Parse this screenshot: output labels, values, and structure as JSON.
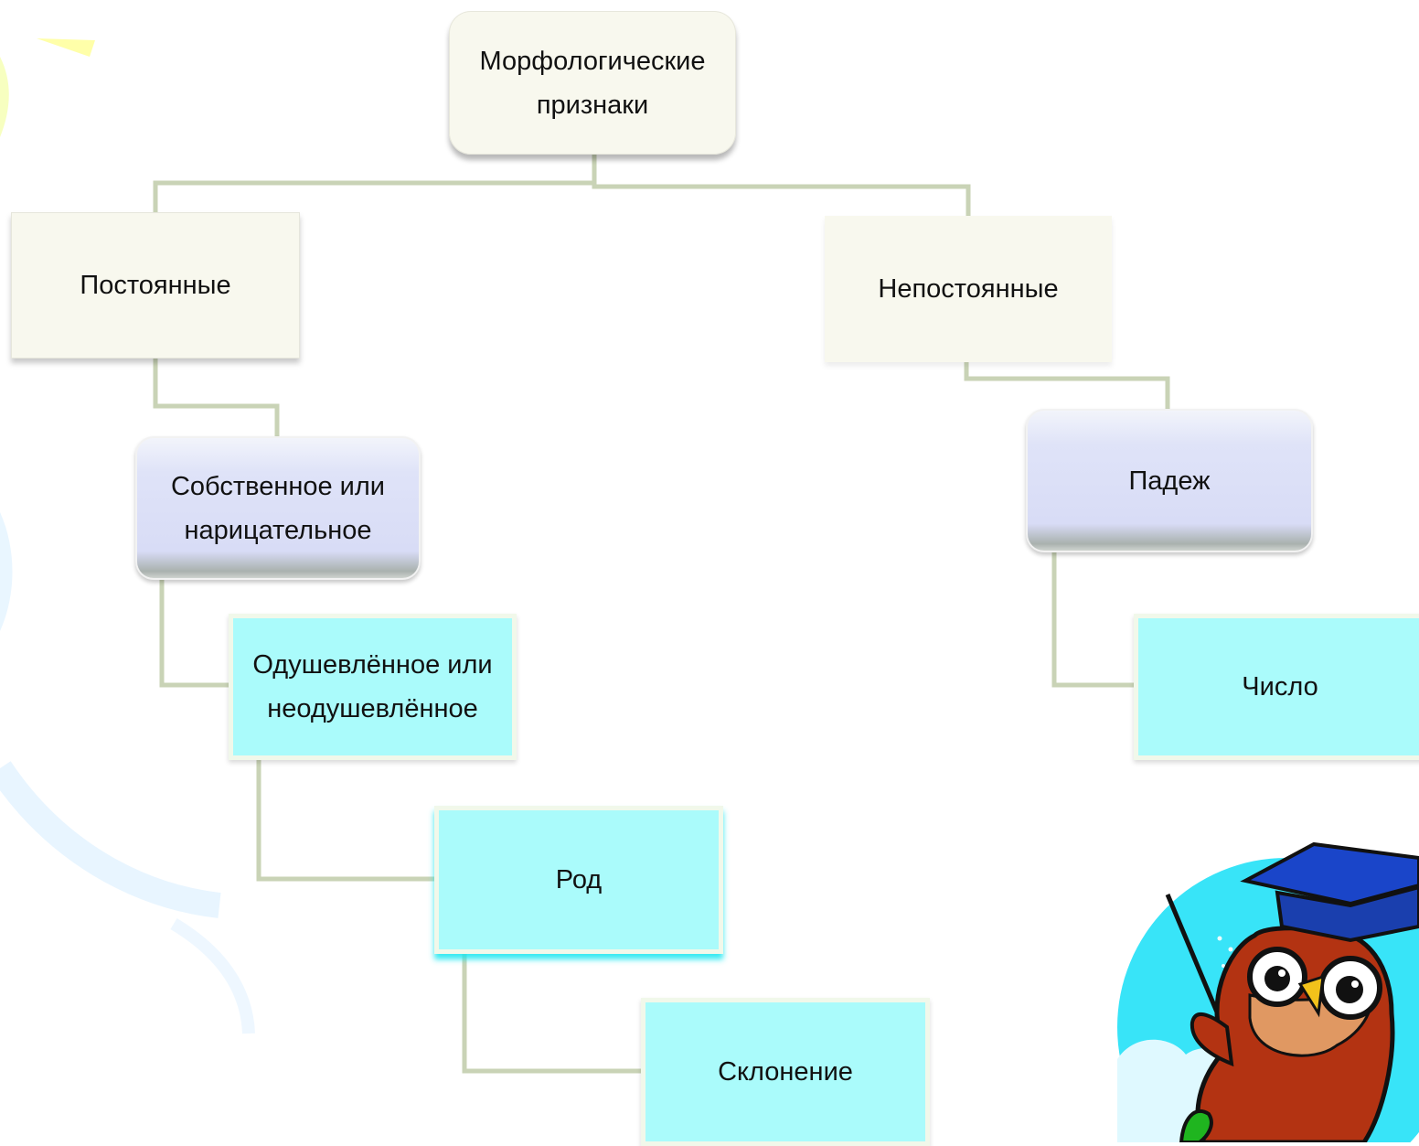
{
  "diagram": {
    "root": {
      "line1": "Морфологические",
      "line2": "признаки"
    },
    "constant": {
      "label": "Постоянные"
    },
    "nonconstant": {
      "label": "Непостоянные"
    },
    "proper_common": {
      "line1": "Собственное или",
      "line2": "нарицательное"
    },
    "animate": {
      "line1": "Одушевлённое или",
      "line2": "неодушевлённое"
    },
    "gender": {
      "label": "Род"
    },
    "declension": {
      "label": "Склонение"
    },
    "case": {
      "label": "Падеж"
    },
    "number": {
      "label": "Число"
    }
  },
  "colors": {
    "connector": "#c9d3b6",
    "plain_box": "#f8f8ee",
    "blue_box": "#d8dcf6",
    "cyan_box": "#aafbfb",
    "owl_body": "#b33312",
    "owl_cap": "#1a45c9",
    "sky": "#38e4f8"
  },
  "illustrations": {
    "mascot": "owl-teacher-with-pointer-and-graduation-cap"
  }
}
